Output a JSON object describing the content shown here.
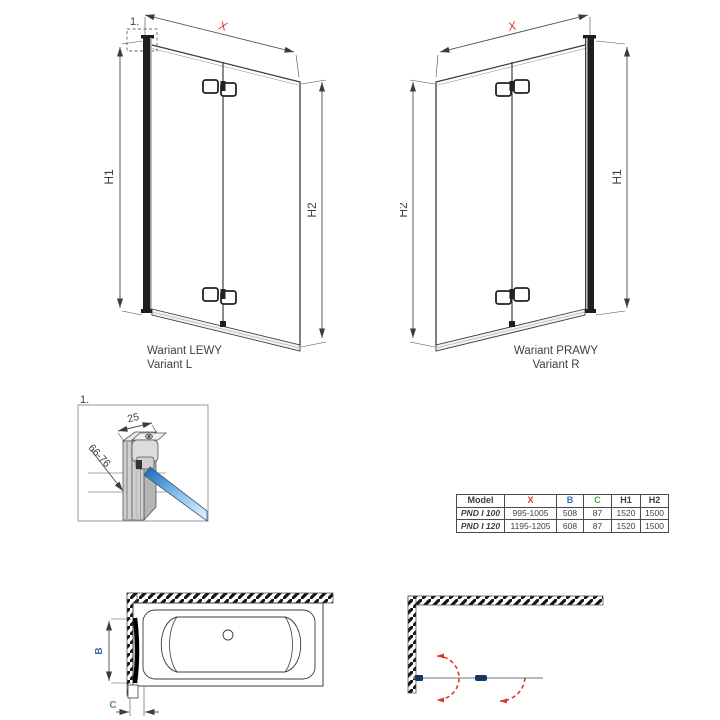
{
  "colors": {
    "line": "#3c3c3c",
    "dim_red": "#d93a2a",
    "dim_blue": "#2f74b5",
    "dim_green": "#3fae49",
    "hinge_navy": "#17375e",
    "glass_dark": "#1565b8",
    "glass_light": "#d9eefb"
  },
  "detail_ref": "1.",
  "dims": {
    "x": "X",
    "h1": "H1",
    "h2": "H2",
    "b": "B",
    "c": "C",
    "profile_width": "25",
    "profile_depth": "66-76"
  },
  "variant_left": {
    "label_pl": "Wariant LEWY",
    "label_en": "Variant L"
  },
  "variant_right": {
    "label_pl": "Wariant PRAWY",
    "label_en": "Variant R"
  },
  "table": {
    "headers": [
      "Model",
      "X",
      "B",
      "C",
      "H1",
      "H2"
    ],
    "rows": [
      [
        "PND I 100",
        "995-1005",
        "508",
        "87",
        "1520",
        "1500"
      ],
      [
        "PND I 120",
        "1195-1205",
        "608",
        "87",
        "1520",
        "1500"
      ]
    ]
  }
}
